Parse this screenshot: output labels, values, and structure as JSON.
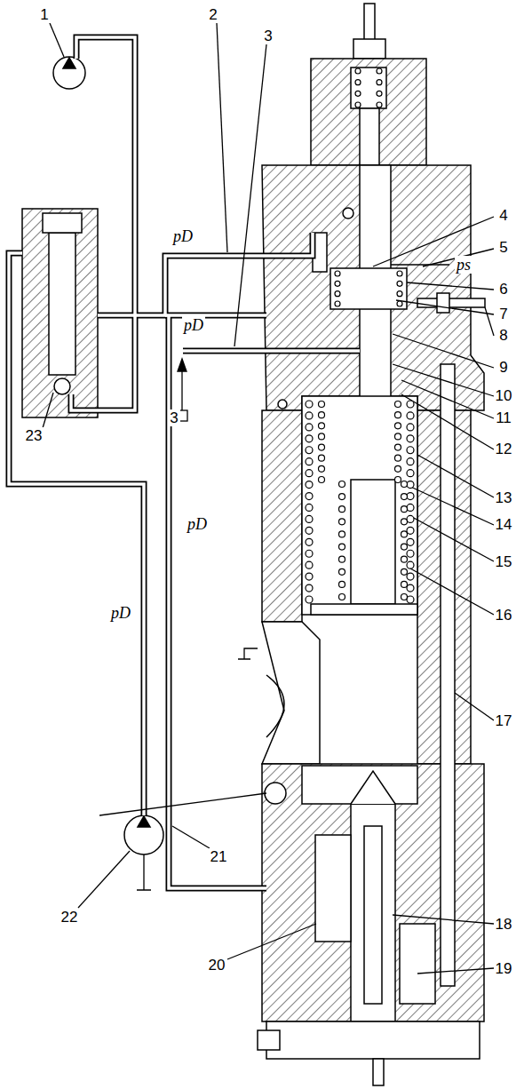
{
  "diagram": {
    "labels": [
      "1",
      "2",
      "3",
      "4",
      "5",
      "6",
      "7",
      "8",
      "9",
      "10",
      "11",
      "12",
      "13",
      "14",
      "15",
      "16",
      "17",
      "18",
      "19",
      "20",
      "21",
      "22",
      "23",
      "3",
      "pD",
      "pD",
      "pD",
      "pD",
      "ps"
    ]
  }
}
